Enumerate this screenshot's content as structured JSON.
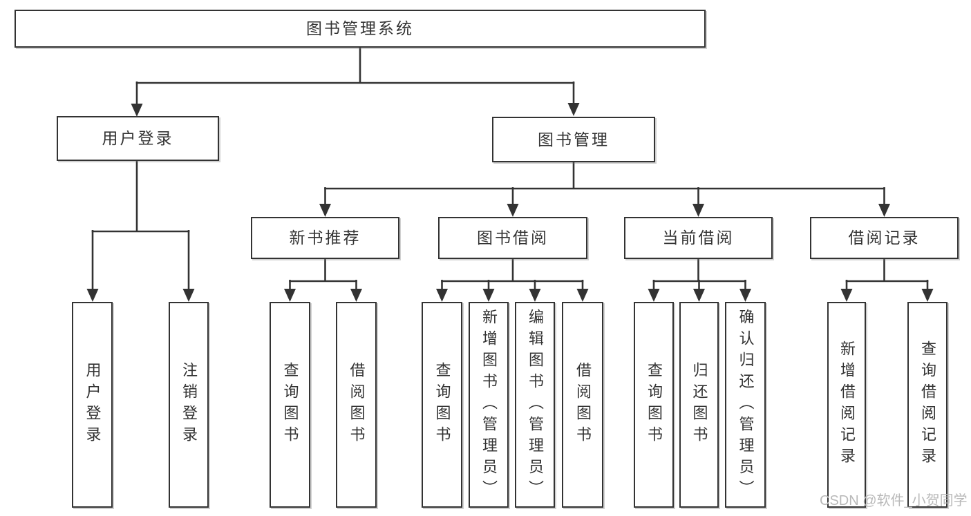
{
  "tree": {
    "root": {
      "label": "图书管理系统"
    },
    "branches": [
      {
        "label": "用户登录",
        "children": [
          {
            "label": "用户登录"
          },
          {
            "label": "注销登录"
          }
        ]
      },
      {
        "label": "图书管理",
        "children": [
          {
            "label": "新书推荐",
            "children": [
              {
                "label": "查询图书"
              },
              {
                "label": "借阅图书"
              }
            ]
          },
          {
            "label": "图书借阅",
            "children": [
              {
                "label": "查询图书"
              },
              {
                "label": "新增图书（管理员）"
              },
              {
                "label": "编辑图书（管理员）"
              },
              {
                "label": "借阅图书"
              }
            ]
          },
          {
            "label": "当前借阅",
            "children": [
              {
                "label": "查询图书"
              },
              {
                "label": "归还图书"
              },
              {
                "label": "确认归还（管理员）"
              }
            ]
          },
          {
            "label": "借阅记录",
            "children": [
              {
                "label": "新增借阅记录"
              },
              {
                "label": "查询借阅记录"
              }
            ]
          }
        ]
      }
    ]
  },
  "watermark": {
    "text": "CSDN @软件_小贺同学"
  },
  "colors": {
    "line": "#333333",
    "text": "#333333",
    "watermark": "#b9b9b9",
    "background": "#ffffff"
  }
}
